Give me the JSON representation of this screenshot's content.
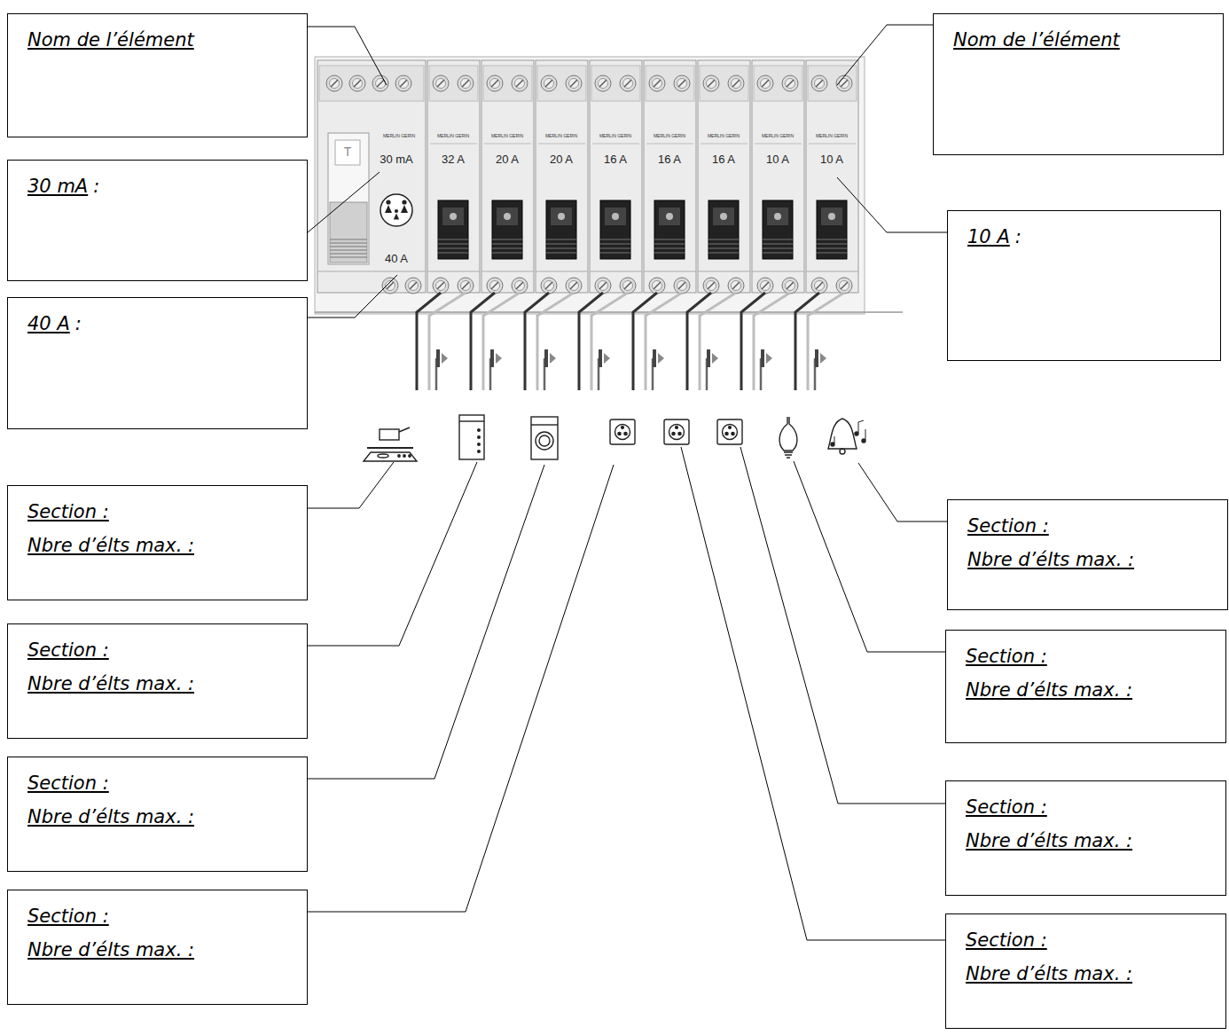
{
  "diagram": {
    "nodes": [
      {
        "text": [
          "Nom de l’élément"
        ]
      },
      {
        "text": [
          "Nom de l’élément"
        ]
      },
      {
        "text": [
          "30 mA",
          ":"
        ]
      },
      {
        "text": [
          "10 A",
          ":"
        ]
      },
      {
        "text": [
          "40 A",
          ":"
        ]
      },
      {
        "text": [
          "Section :",
          "Nbre d’élts max. :"
        ]
      },
      {
        "text": [
          "Section :",
          "Nbre d’élts max. :"
        ]
      },
      {
        "text": [
          "Section :",
          "Nbre d’élts max. :"
        ]
      },
      {
        "text": [
          "Section :",
          "Nbre d’élts max. :"
        ]
      },
      {
        "text": [
          "Section :",
          "Nbre d’élts max. :"
        ]
      },
      {
        "text": [
          "Section :",
          "Nbre d’élts max. :"
        ]
      },
      {
        "text": [
          "Section :",
          "Nbre d’élts max. :"
        ]
      },
      {
        "text": [
          "Section :",
          "Nbre d’élts max. :"
        ]
      }
    ],
    "edges": [],
    "labels": [
      "T",
      "MERLIN GERIN",
      "MERLIN GERIN",
      "MERLIN GERIN",
      "MERLIN GERIN",
      "MERLIN GERIN",
      "MERLIN GERIN",
      "MERLIN GERIN",
      "MERLIN GERIN",
      "MERLIN GERIN",
      "30 mA",
      "32 A",
      "20 A",
      "20 A",
      "16 A",
      "16 A",
      "16 A",
      "10 A",
      "10 A",
      "40 A"
    ]
  }
}
